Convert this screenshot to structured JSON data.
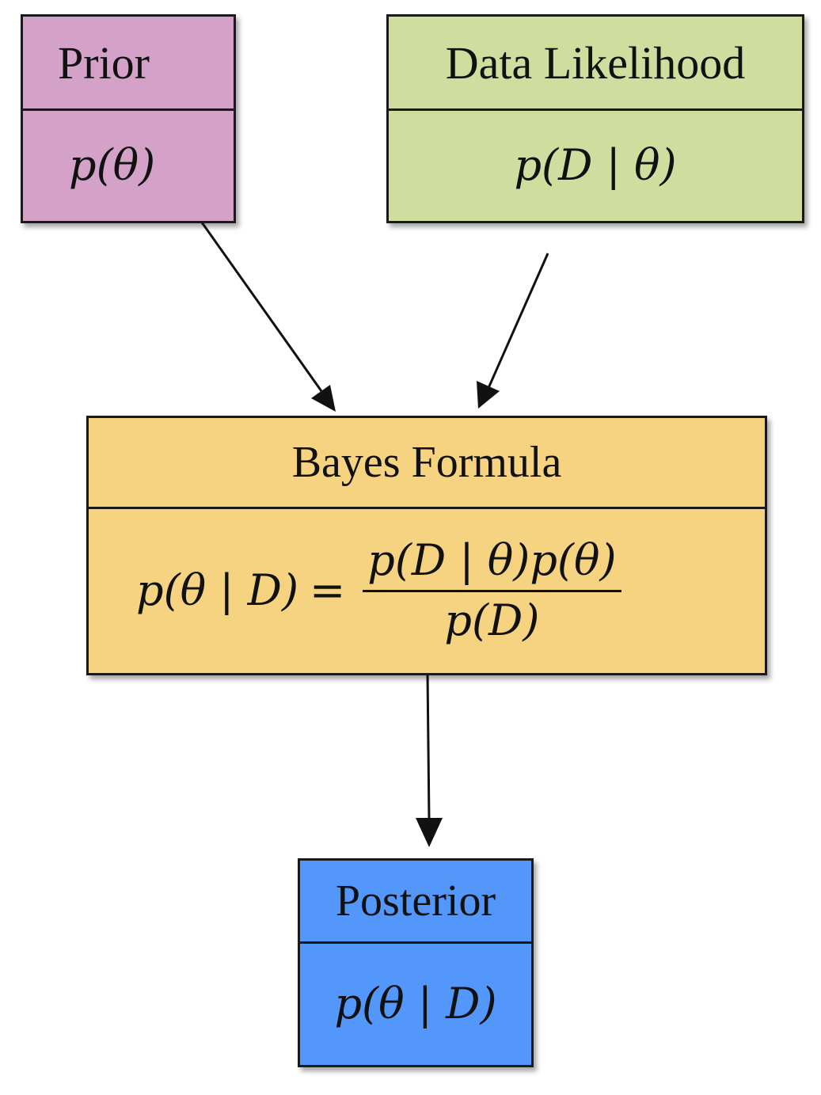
{
  "nodes": {
    "prior": {
      "title": "Prior",
      "formula": "p(θ)",
      "color": "#d4a2c9"
    },
    "likelihood": {
      "title": "Data Likelihood",
      "formula": "p(D | θ)",
      "color": "#cfdd9f"
    },
    "bayes": {
      "title": "Bayes Formula",
      "lhs": "p(θ | D)",
      "eq": "=",
      "numerator": "p(D | θ)p(θ)",
      "denominator": "p(D)",
      "color": "#f5d380"
    },
    "posterior": {
      "title": "Posterior",
      "formula": "p(θ | D)",
      "color": "#5397fb"
    }
  },
  "edges": [
    {
      "from": "prior",
      "to": "bayes"
    },
    {
      "from": "likelihood",
      "to": "bayes"
    },
    {
      "from": "bayes",
      "to": "posterior"
    }
  ]
}
